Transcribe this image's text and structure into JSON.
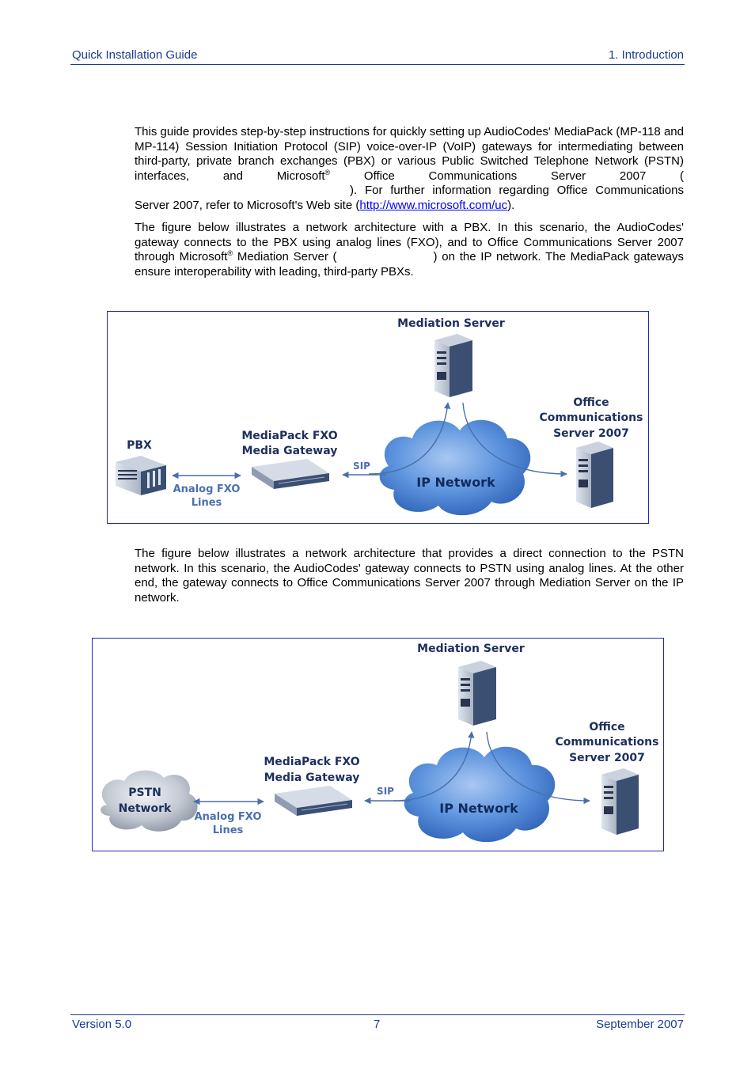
{
  "header": {
    "left": "Quick Installation Guide",
    "right": "1. Introduction"
  },
  "intro": {
    "p1_a": "This guide provides step-by-step instructions for quickly setting up AudioCodes' MediaPack (MP-118 and MP-114) Session Initiation Protocol (SIP) voice-over-IP (VoIP) gateways for intermediating between third-party, private branch exchanges (PBX) or various Public Switched Telephone Network (PSTN) interfaces, and Microsoft",
    "p1_b": " Office Communications Server 2007 (",
    "p1_c": "). For further information regarding Office Communications Server 2007, refer to Microsoft's Web site (",
    "p1_link": "http://www.microsoft.com/uc",
    "p1_d": ").",
    "registered": "®",
    "p2_a": "The figure below illustrates a network architecture with a PBX. In this scenario, the AudioCodes' gateway connects to the PBX using analog lines (FXO), and to Office Communications Server 2007 through Microsoft",
    "p2_b": " Mediation Server (",
    "p2_c": ") on the IP network. The MediaPack gateways ensure interoperability with leading, third-party PBXs."
  },
  "figure1": {
    "mediation_server": "Mediation Server",
    "office_line1": "Office",
    "office_line2": "Communications",
    "office_line3": "Server 2007",
    "mediapack_line1": "MediaPack FXO",
    "mediapack_line2": "Media Gateway",
    "pbx": "PBX",
    "sip": "SIP",
    "ip_network": "IP Network",
    "analog_line1": "Analog FXO",
    "analog_line2": "Lines"
  },
  "pstn_para": "The figure below illustrates a network architecture that provides a direct connection to the PSTN network. In this scenario, the AudioCodes' gateway connects to PSTN using analog lines. At the other end, the gateway connects to Office Communications Server 2007 through Mediation Server on the IP network.",
  "figure2": {
    "mediation_server": "Mediation Server",
    "office_line1": "Office",
    "office_line2": "Communications",
    "office_line3": "Server 2007",
    "mediapack_line1": "MediaPack FXO",
    "mediapack_line2": "Media Gateway",
    "pstn_line1": "PSTN",
    "pstn_line2": "Network",
    "sip": "SIP",
    "ip_network": "IP Network",
    "analog_line1": "Analog FXO",
    "analog_line2": "Lines"
  },
  "footer": {
    "version": "Version 5.0",
    "page": "7",
    "date": "September 2007"
  },
  "colors": {
    "header_blue": "#1a3c8c",
    "label_navy": "#1c2f5e",
    "cloud_blue": "#4f86d6",
    "link": "#0000ee"
  }
}
